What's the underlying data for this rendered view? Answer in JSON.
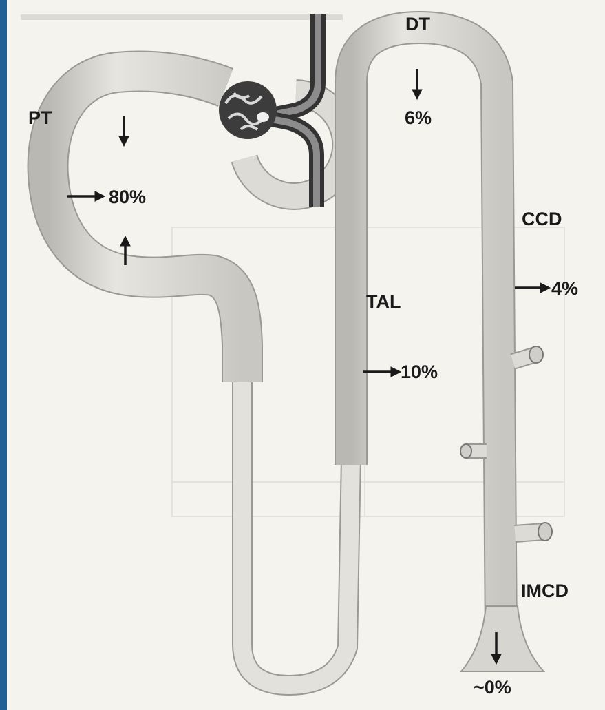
{
  "labels": {
    "pt": "PT",
    "dt": "DT",
    "ccd": "CCD",
    "tal": "TAL",
    "imcd": "IMCD"
  },
  "percents": {
    "pt": "80%",
    "dt": "6%",
    "ccd": "4%",
    "tal": "10%",
    "imcd": "~0%"
  },
  "colors": {
    "background_frame": "#1e5f96",
    "paper": "#f4f3ee",
    "tubule_fill": "#dcdbd5",
    "tubule_edge": "#9a9a94",
    "text": "#1a1a1a"
  }
}
